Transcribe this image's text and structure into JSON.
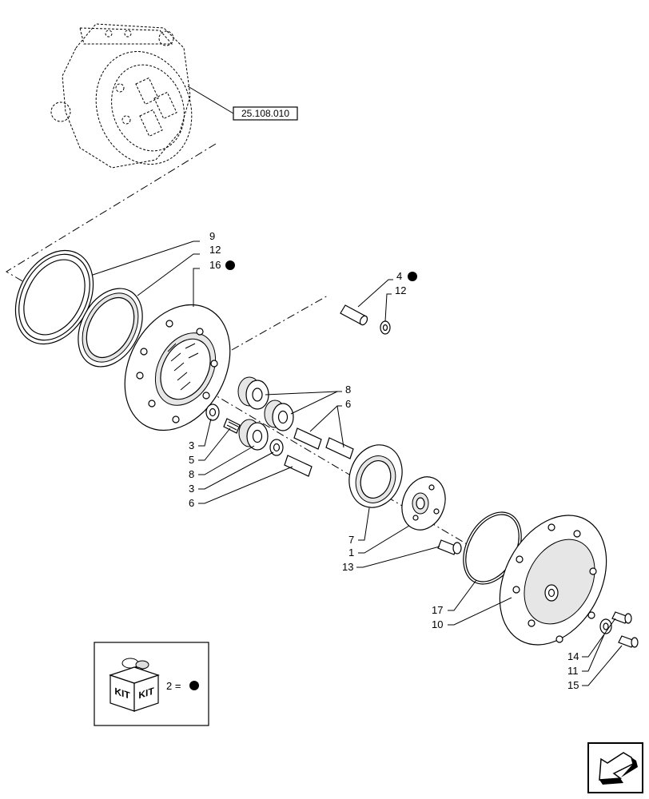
{
  "reference_box": {
    "label": "25.108.010"
  },
  "callouts": [
    {
      "id": "c9",
      "text": "9"
    },
    {
      "id": "c12a",
      "text": "12"
    },
    {
      "id": "c16",
      "text": "16"
    },
    {
      "id": "c4",
      "text": "4"
    },
    {
      "id": "c12b",
      "text": "12"
    },
    {
      "id": "c8a",
      "text": "8"
    },
    {
      "id": "c6a",
      "text": "6"
    },
    {
      "id": "c3a",
      "text": "3"
    },
    {
      "id": "c5",
      "text": "5"
    },
    {
      "id": "c8b",
      "text": "8"
    },
    {
      "id": "c3b",
      "text": "3"
    },
    {
      "id": "c6b",
      "text": "6"
    },
    {
      "id": "c7",
      "text": "7"
    },
    {
      "id": "c1",
      "text": "1"
    },
    {
      "id": "c13",
      "text": "13"
    },
    {
      "id": "c17",
      "text": "17"
    },
    {
      "id": "c10",
      "text": "10"
    },
    {
      "id": "c14",
      "text": "14"
    },
    {
      "id": "c11",
      "text": "11"
    },
    {
      "id": "c15",
      "text": "15"
    }
  ],
  "kit_legend": {
    "icon_text_left": "KIT",
    "icon_text_right": "KIT",
    "equation": "2 ="
  },
  "colors": {
    "ink": "#000000",
    "paper": "#ffffff",
    "kit_dot": "#000000"
  },
  "icons": {
    "kit_marker": "filled-circle",
    "nav_button": "arrow-back-icon"
  }
}
